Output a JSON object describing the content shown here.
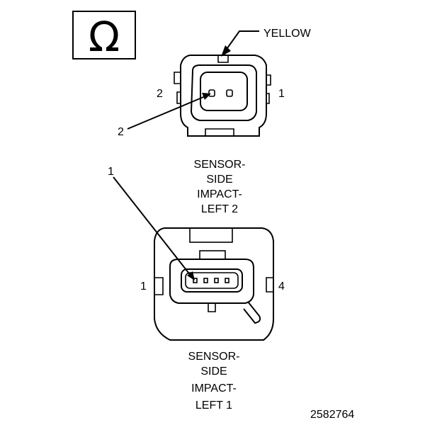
{
  "symbol": {
    "icon": "omega-icon",
    "glyph": "Ω"
  },
  "connector_left2": {
    "wire_color_label": "YELLOW",
    "pin_left_label": "2",
    "pin_right_label": "1",
    "callout_label": "2",
    "caption": [
      "SENSOR-",
      "SIDE",
      "IMPACT-",
      "LEFT 2"
    ]
  },
  "connector_left1": {
    "callout_label": "1",
    "pin_left_label": "1",
    "pin_right_label": "4",
    "caption": [
      "SENSOR-",
      "SIDE",
      "IMPACT-",
      "LEFT 1"
    ]
  },
  "figure_number": "2582764"
}
